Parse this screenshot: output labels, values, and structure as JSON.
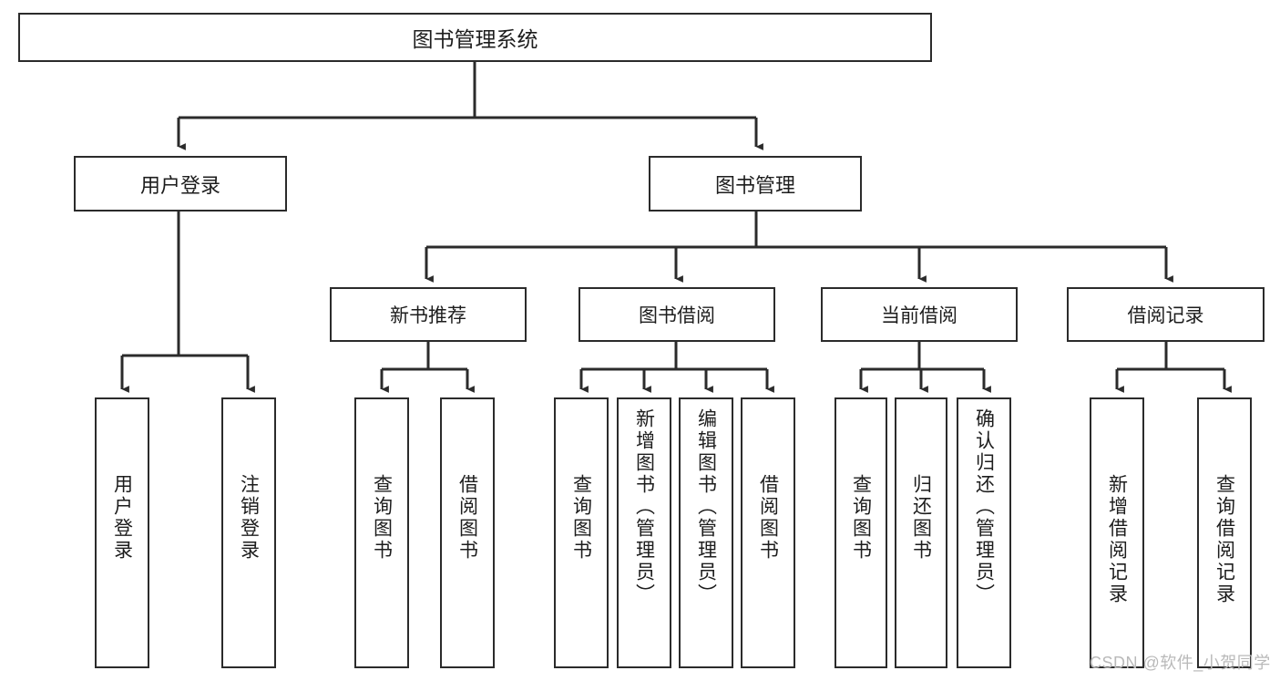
{
  "diagram": {
    "type": "hierarchy-tree",
    "title": "图书管理系统",
    "watermark": "CSDN @软件_小贺同学",
    "colors": {
      "stroke": "#2b2b2b",
      "fill": "#ffffff",
      "text": "#1d1d1d",
      "watermark": "#b9b9b9"
    },
    "levels": {
      "root": {
        "label": "图书管理系统"
      },
      "level2": [
        {
          "label": "用户登录"
        },
        {
          "label": "图书管理"
        }
      ],
      "level3": [
        {
          "label": "新书推荐"
        },
        {
          "label": "图书借阅"
        },
        {
          "label": "当前借阅"
        },
        {
          "label": "借阅记录"
        }
      ]
    },
    "leaves": {
      "user_login": [
        {
          "label": "用户登录"
        },
        {
          "label": "注销登录"
        }
      ],
      "new_book_recommend": [
        {
          "label": "查询图书"
        },
        {
          "label": "借阅图书"
        }
      ],
      "book_borrow": [
        {
          "label": "查询图书"
        },
        {
          "label": "新增图书（管理员）"
        },
        {
          "label": "编辑图书（管理员）"
        },
        {
          "label": "借阅图书"
        }
      ],
      "current_borrow": [
        {
          "label": "查询图书"
        },
        {
          "label": "归还图书"
        },
        {
          "label": "确认归还（管理员）"
        }
      ],
      "borrow_record": [
        {
          "label": "新增借阅记录"
        },
        {
          "label": "查询借阅记录"
        }
      ]
    }
  }
}
